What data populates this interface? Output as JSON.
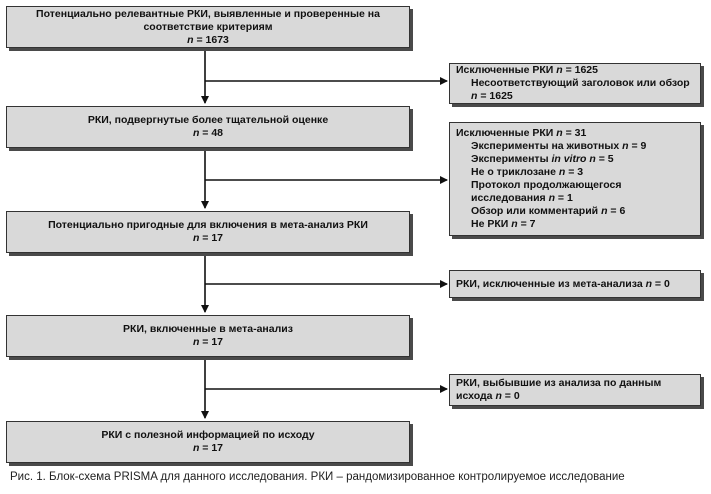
{
  "n_label": "n",
  "eq": " = ",
  "main_boxes": [
    {
      "text": "Потенциально релевантные РКИ, выявленные и проверенные на соответствие критериям",
      "n": "1673"
    },
    {
      "text": "РКИ, подвергнутые более тщательной оценке",
      "n": "48"
    },
    {
      "text": "Потенциально пригодные для включения в мета-анализ РКИ",
      "n": "17"
    },
    {
      "text": "РКИ, включенные в мета-анализ",
      "n": "17"
    },
    {
      "text": "РКИ с полезной информацией по исходу",
      "n": "17"
    }
  ],
  "side_boxes": [
    {
      "title": "Исключенные РКИ",
      "n": "1625",
      "items": [
        {
          "text": "Несоответствующий заголовок или обзор",
          "n": "1625"
        }
      ]
    },
    {
      "title": "Исключенные РКИ",
      "n": "31",
      "items": [
        {
          "text": "Эксперименты на животных",
          "n": "9"
        },
        {
          "text": "Эксперименты ",
          "italic": "in vitro",
          "n": "5"
        },
        {
          "text": "Не о триклозане",
          "n": "3"
        },
        {
          "text": "Протокол продолжающегося исследования",
          "n": "1"
        },
        {
          "text": "Обзор или комментарий",
          "n": "6"
        },
        {
          "text": "Не РКИ",
          "n": "7"
        }
      ]
    },
    {
      "title": "РКИ, исключенные из мета-анализа",
      "n": "0",
      "items": []
    },
    {
      "title": "РКИ, выбывшие из анализа по данным исхода",
      "n": "0",
      "items": []
    }
  ],
  "caption": "Рис. 1. Блок-схема PRISMA для данного исследования. РКИ – рандомизированное контролируемое исследование"
}
